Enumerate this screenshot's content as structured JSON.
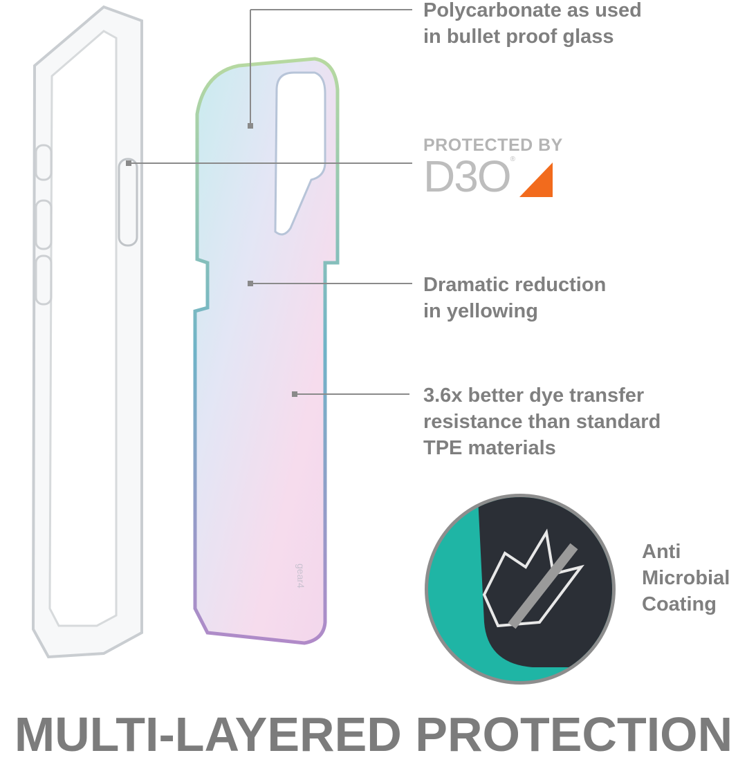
{
  "features": [
    {
      "text": "Polycarbonate as used\nin bullet proof glass"
    },
    {
      "text": "Dramatic reduction\nin yellowing"
    },
    {
      "text": "3.6x better dye transfer\nresistance than standard\nTPE materials"
    },
    {
      "text": "Anti\nMicrobial\nCoating"
    }
  ],
  "badge": {
    "protected_by": "PROTECTED BY",
    "logo": "D3O",
    "registered": "®",
    "accent_color": "#f26b1d"
  },
  "headline": "MULTI-LAYERED PROTECTION",
  "colors": {
    "text": "#7f7f7f",
    "teal": "#1fb5a5",
    "dark": "#2b2f36"
  }
}
